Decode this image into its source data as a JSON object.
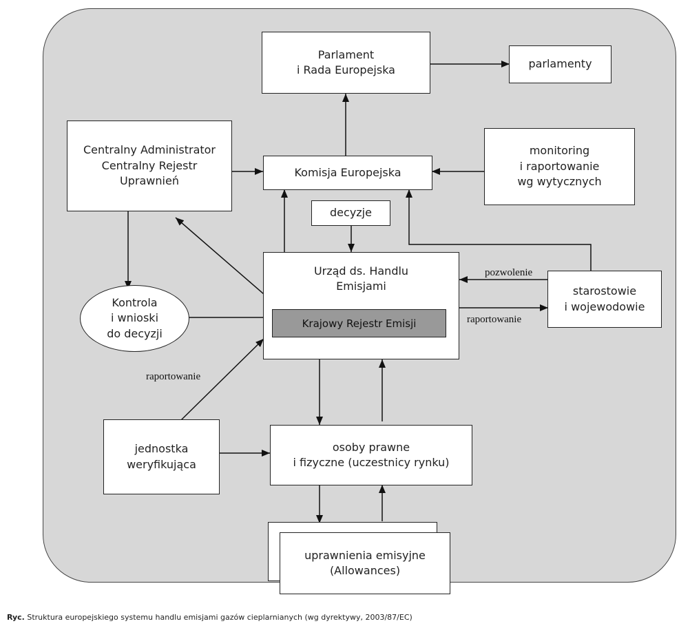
{
  "nodes": {
    "parlament": "Parlament\ni Rada Europejska",
    "parlamenty": "parlamenty",
    "centralny": "Centralny Administrator\nCentralny Rejestr\nUprawnień",
    "komisja": "Komisja Europejska",
    "monitoring": "monitoring\ni raportowanie\nwg wytycznych",
    "decyzje": "decyzje",
    "urzad": "Urząd ds. Handlu\nEmisjami",
    "krajowy": "Krajowy Rejestr Emisji",
    "kontrola": "Kontrola\ni wnioski\ndo decyzji",
    "starostowie": "starostowie\ni wojewodowie",
    "jednostka": "jednostka\nweryfikująca",
    "osoby": "osoby prawne\ni fizyczne (uczestnicy rynku)",
    "uprawnienia": "uprawnienia emisyjne\n(Allowances)"
  },
  "edge_labels": {
    "pozwolenie": "pozwolenie",
    "raportowanie_right": "raportowanie",
    "raportowanie_left": "raportowanie"
  },
  "caption": {
    "prefix": "Ryc.",
    "text": "Struktura europejskiego systemu handlu emisjami gazów cieplarnianych (wg dyrektywy, 2003/87/EC)"
  }
}
